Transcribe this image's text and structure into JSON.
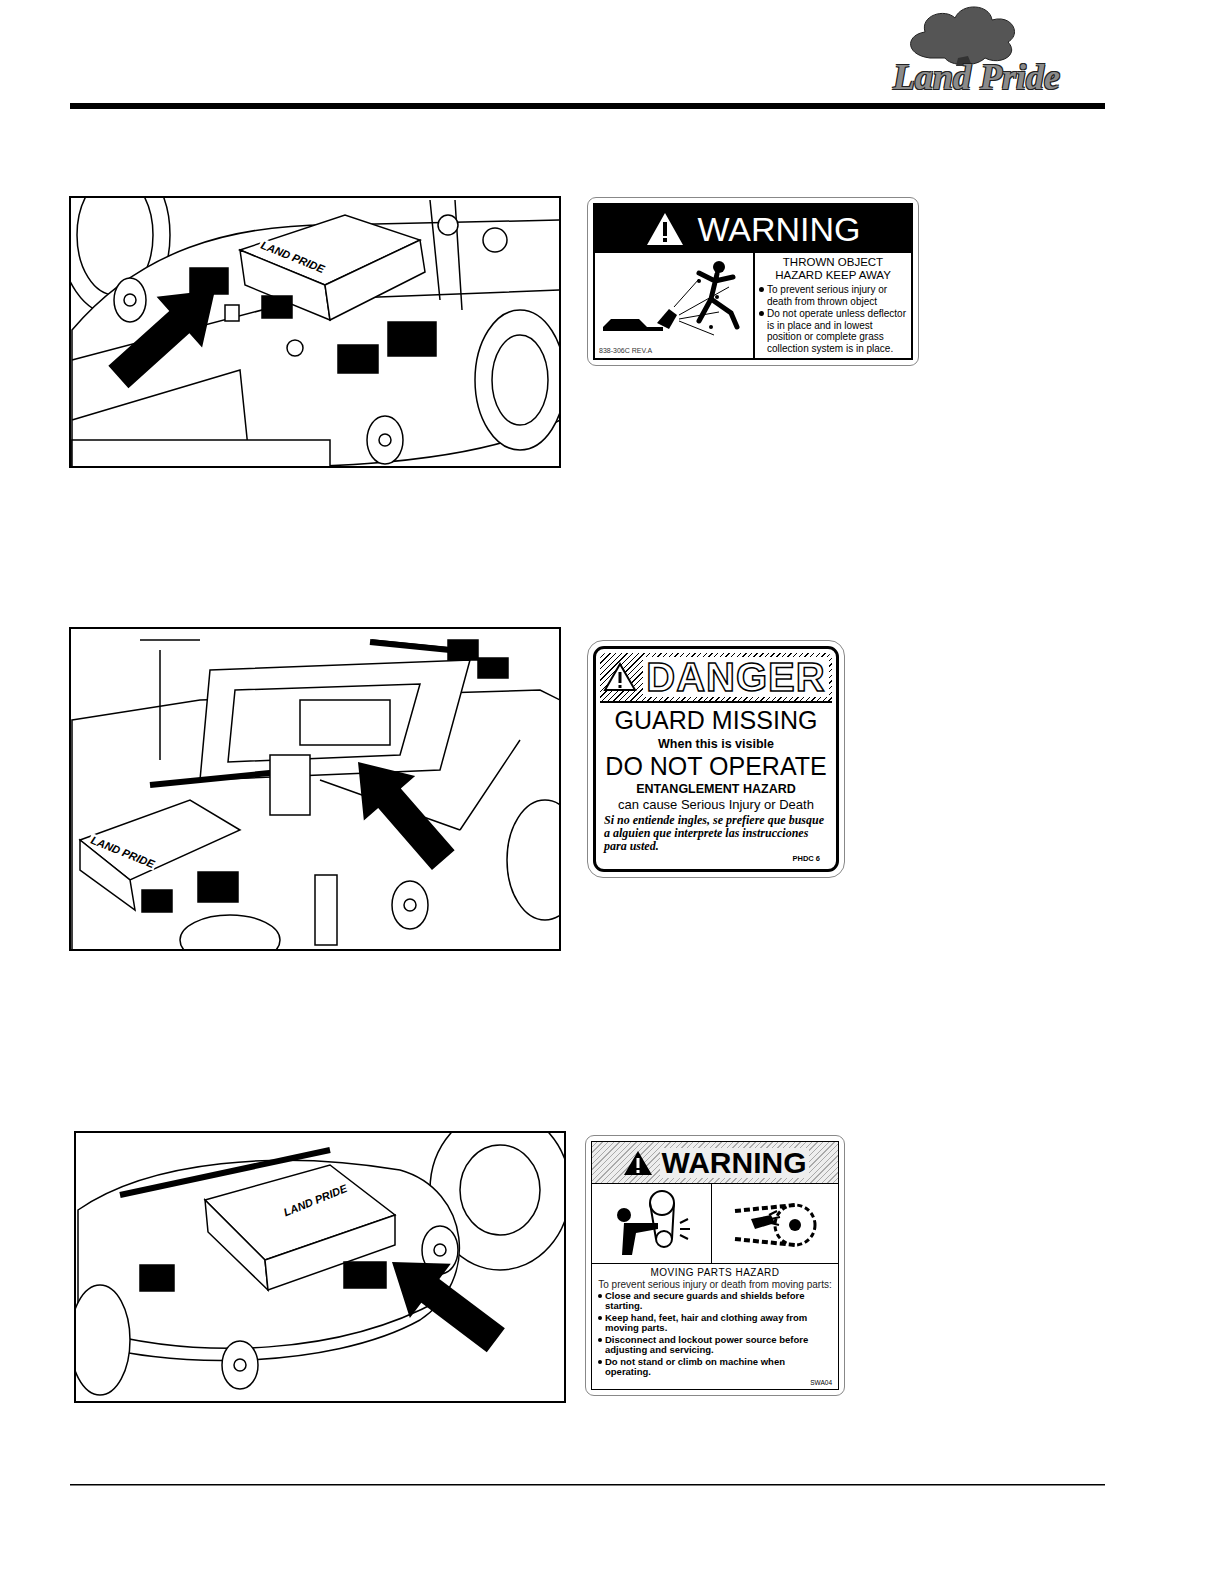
{
  "diagram": {
    "nodes": [
      {
        "text": [
          "WARNING",
          "THROWN OBJECT HAZARD KEEP AWAY",
          "To prevent serious injury or death from thrown object",
          "Do not operate unless deflector is in place and in lowest position or complete grass collection system is in place.",
          "838-306C REV.A"
        ]
      },
      {
        "text": [
          "DANGER",
          "GUARD MISSING",
          "When this is visible",
          "DO NOT OPERATE",
          "ENTANGLEMENT HAZARD",
          "can cause Serious Injury or Death",
          "Si no entiende ingles, se prefiere que busque a alguien que interprete las instrucciones para usted.",
          "PHDC 6"
        ]
      },
      {
        "text": [
          "WARNING",
          "MOVING PARTS HAZARD",
          "To prevent serious injury or death from moving parts:",
          "Close and secure guards and shields before starting.",
          "Keep hand, feet, hair and clothing away from moving parts.",
          "Disconnect and lockout power source before adjusting and servicing.",
          "Do not stand or climb on machine when operating.",
          "SWA04"
        ]
      }
    ],
    "labels": [
      "Land Pride",
      "LAND PRIDE",
      "LAND PRIDE",
      "LAND PRIDE"
    ]
  }
}
